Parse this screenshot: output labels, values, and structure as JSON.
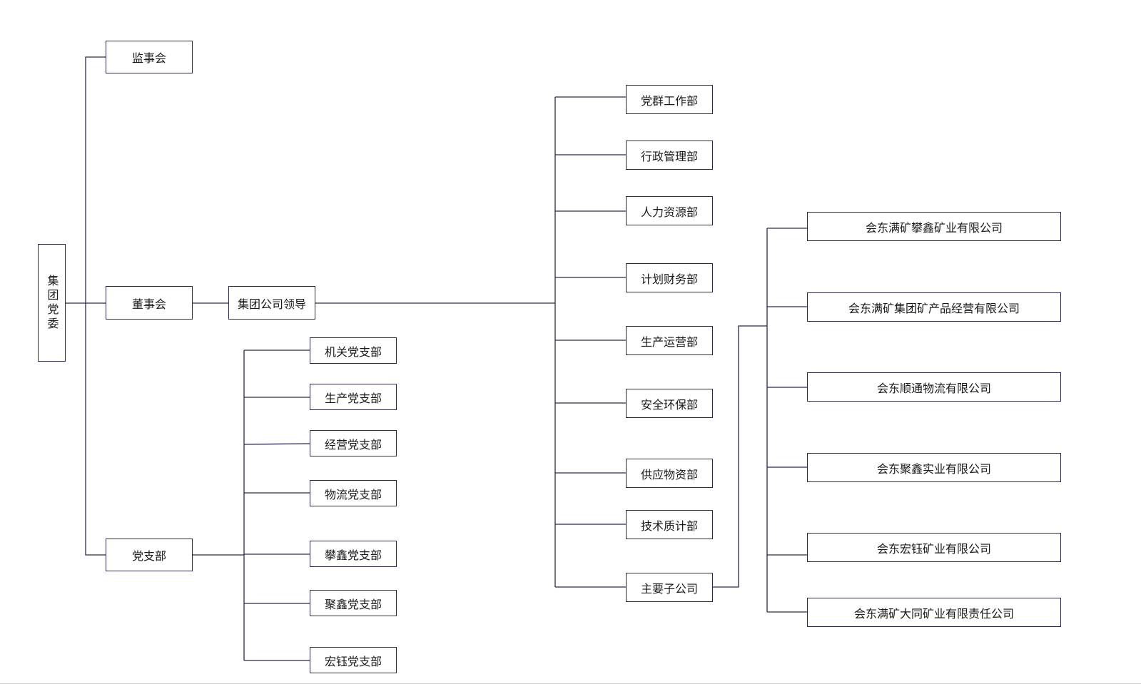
{
  "nodes": {
    "root": "集团党委",
    "supervisory_board": "监事会",
    "board_of_directors": "董事会",
    "party_branch": "党支部",
    "group_leadership": "集团公司领导",
    "branches": [
      "机关党支部",
      "生产党支部",
      "经营党支部",
      "物流党支部",
      "攀鑫党支部",
      "聚鑫党支部",
      "宏钰党支部"
    ],
    "departments": [
      "党群工作部",
      "行政管理部",
      "人力资源部",
      "计划财务部",
      "生产运营部",
      "安全环保部",
      "供应物资部",
      "技术质计部",
      "主要子公司"
    ],
    "subsidiaries": [
      "会东满矿攀鑫矿业有限公司",
      "会东满矿集团矿产品经营有限公司",
      "会东顺通物流有限公司",
      "会东聚鑫实业有限公司",
      "会东宏钰矿业有限公司",
      "会东满矿大同矿业有限责任公司"
    ]
  },
  "colors": {
    "line": "#2a2a48",
    "box_border": "#2a2a48",
    "text": "#1a1a1a"
  }
}
